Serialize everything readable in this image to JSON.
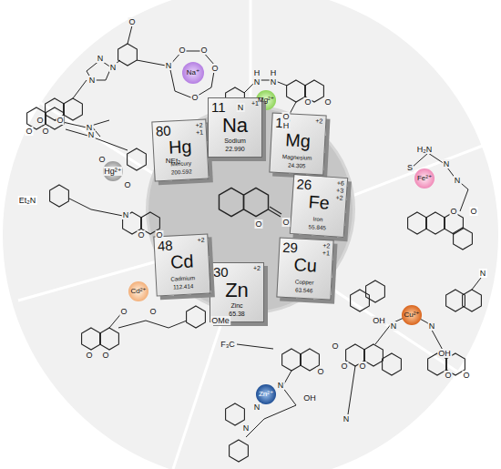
{
  "diagram": {
    "nodes": [
      {
        "text": [
          "80",
          "+2 +1",
          "Hg",
          "Mercury",
          "200.592"
        ]
      },
      {
        "text": [
          "11",
          "+1",
          "Na",
          "Sodium",
          "22.990"
        ]
      },
      {
        "text": [
          "12",
          "+2",
          "Mg",
          "Magnesium",
          "24.305"
        ]
      },
      {
        "text": [
          "26",
          "+6 +3 +2",
          "Fe",
          "Iron",
          "55.845"
        ]
      },
      {
        "text": [
          "29",
          "+2 +1",
          "Cu",
          "Copper",
          "63.546"
        ]
      },
      {
        "text": [
          "30",
          "+2",
          "Zn",
          "Zinc",
          "65.38"
        ]
      },
      {
        "text": [
          "48",
          "+2",
          "Cd",
          "Cadmium",
          "112.414"
        ]
      }
    ],
    "labels": [
      "O",
      "O",
      "O",
      "O",
      "N",
      "N",
      "N",
      "N",
      "O",
      "N",
      "O",
      "O",
      "O",
      "O",
      "Na⁺",
      "N",
      "H",
      "N",
      "H",
      "N",
      "Mg²⁺",
      "O",
      "H",
      "O",
      "O",
      "H₂N",
      "N",
      "S",
      "N",
      "Fe²⁺",
      "O",
      "O",
      "N",
      "OH",
      "Cu²⁺",
      "N",
      "N",
      "O",
      "O",
      "N",
      "O",
      "O",
      "OH",
      "F₃C",
      "O",
      "O",
      "N",
      "Zn²⁺",
      "OH",
      "N",
      "N",
      "Cd²⁺",
      "O",
      "O",
      "O",
      "O",
      "OMe",
      "N",
      "O",
      "Hg²⁺",
      "NEt₂",
      "Et₂N",
      "O",
      "N",
      "O",
      "O",
      "O",
      "O"
    ]
  }
}
